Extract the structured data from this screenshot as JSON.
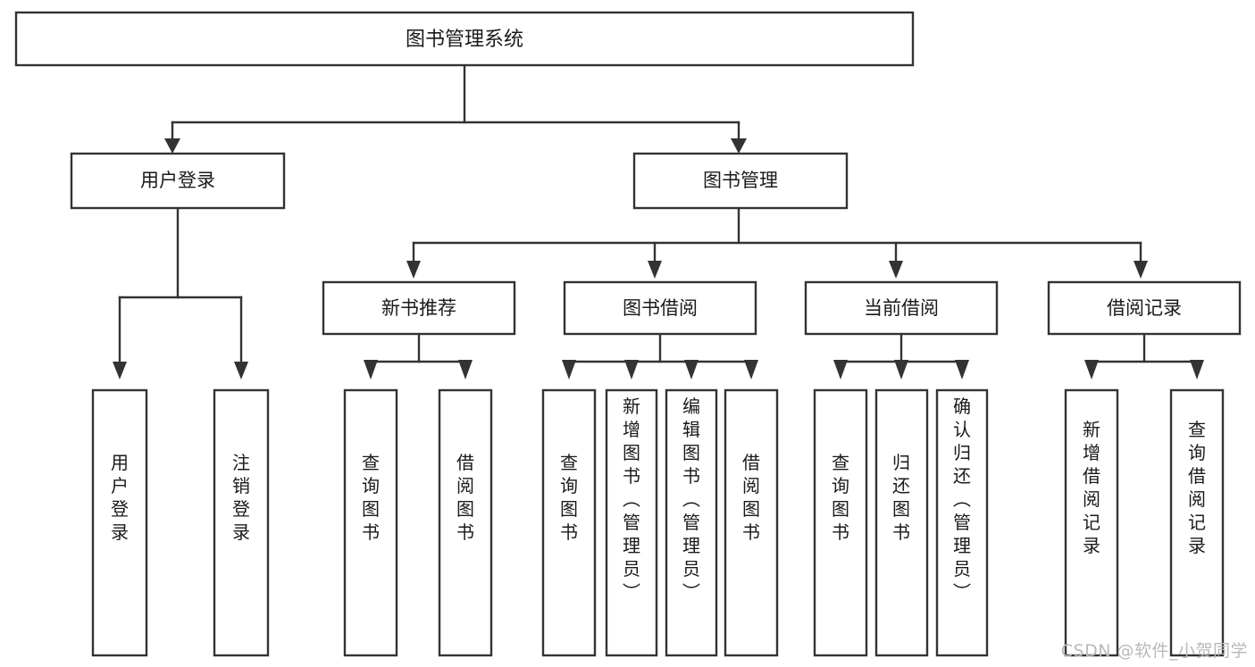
{
  "diagram": {
    "type": "tree",
    "title": "图书管理系统",
    "orientation": "top-down",
    "colors": {
      "box_stroke": "#333333",
      "box_fill": "#ffffff",
      "connector": "#333333",
      "text": "#1a1a1a",
      "background": "#ffffff",
      "watermark": "#b9b9b9"
    },
    "levels": {
      "root": "图书管理系统",
      "level2": [
        "用户登录",
        "图书管理"
      ],
      "level3": [
        "新书推荐",
        "图书借阅",
        "当前借阅",
        "借阅记录"
      ]
    },
    "nodes": {
      "root": {
        "label": "图书管理系统",
        "orient": "horizontal"
      },
      "user_login": {
        "label": "用户登录",
        "orient": "horizontal"
      },
      "book_manage": {
        "label": "图书管理",
        "orient": "horizontal"
      },
      "new_book_rec": {
        "label": "新书推荐",
        "orient": "horizontal"
      },
      "book_borrow": {
        "label": "图书借阅",
        "orient": "horizontal"
      },
      "current_borrow": {
        "label": "当前借阅",
        "orient": "horizontal"
      },
      "borrow_record": {
        "label": "借阅记录",
        "orient": "horizontal"
      },
      "leaf_user_login": {
        "label": "用户登录",
        "orient": "vertical"
      },
      "leaf_logout": {
        "label": "注销登录",
        "orient": "vertical"
      },
      "leaf_query_book_1": {
        "label": "查询图书",
        "orient": "vertical"
      },
      "leaf_borrow_book_1": {
        "label": "借阅图书",
        "orient": "vertical"
      },
      "leaf_query_book_2": {
        "label": "查询图书",
        "orient": "vertical"
      },
      "leaf_add_book": {
        "label": "新增图书（管理员）",
        "orient": "vertical"
      },
      "leaf_edit_book": {
        "label": "编辑图书（管理员）",
        "orient": "vertical"
      },
      "leaf_borrow_book_2": {
        "label": "借阅图书",
        "orient": "vertical"
      },
      "leaf_query_book_3": {
        "label": "查询图书",
        "orient": "vertical"
      },
      "leaf_return_book": {
        "label": "归还图书",
        "orient": "vertical"
      },
      "leaf_confirm_return": {
        "label": "确认归还（管理员）",
        "orient": "vertical"
      },
      "leaf_add_record": {
        "label": "新增借阅记录",
        "orient": "vertical"
      },
      "leaf_query_record": {
        "label": "查询借阅记录",
        "orient": "vertical"
      }
    },
    "edges": [
      {
        "from": "root",
        "to": "user_login"
      },
      {
        "from": "root",
        "to": "book_manage"
      },
      {
        "from": "user_login",
        "to": "leaf_user_login"
      },
      {
        "from": "user_login",
        "to": "leaf_logout"
      },
      {
        "from": "book_manage",
        "to": "new_book_rec"
      },
      {
        "from": "book_manage",
        "to": "book_borrow"
      },
      {
        "from": "book_manage",
        "to": "current_borrow"
      },
      {
        "from": "book_manage",
        "to": "borrow_record"
      },
      {
        "from": "new_book_rec",
        "to": "leaf_query_book_1"
      },
      {
        "from": "new_book_rec",
        "to": "leaf_borrow_book_1"
      },
      {
        "from": "book_borrow",
        "to": "leaf_query_book_2"
      },
      {
        "from": "book_borrow",
        "to": "leaf_add_book"
      },
      {
        "from": "book_borrow",
        "to": "leaf_edit_book"
      },
      {
        "from": "book_borrow",
        "to": "leaf_borrow_book_2"
      },
      {
        "from": "current_borrow",
        "to": "leaf_query_book_3"
      },
      {
        "from": "current_borrow",
        "to": "leaf_return_book"
      },
      {
        "from": "current_borrow",
        "to": "leaf_confirm_return"
      },
      {
        "from": "borrow_record",
        "to": "leaf_add_record"
      },
      {
        "from": "borrow_record",
        "to": "leaf_query_record"
      }
    ]
  },
  "watermark": {
    "text": "CSDN @软件_小贺同学"
  }
}
